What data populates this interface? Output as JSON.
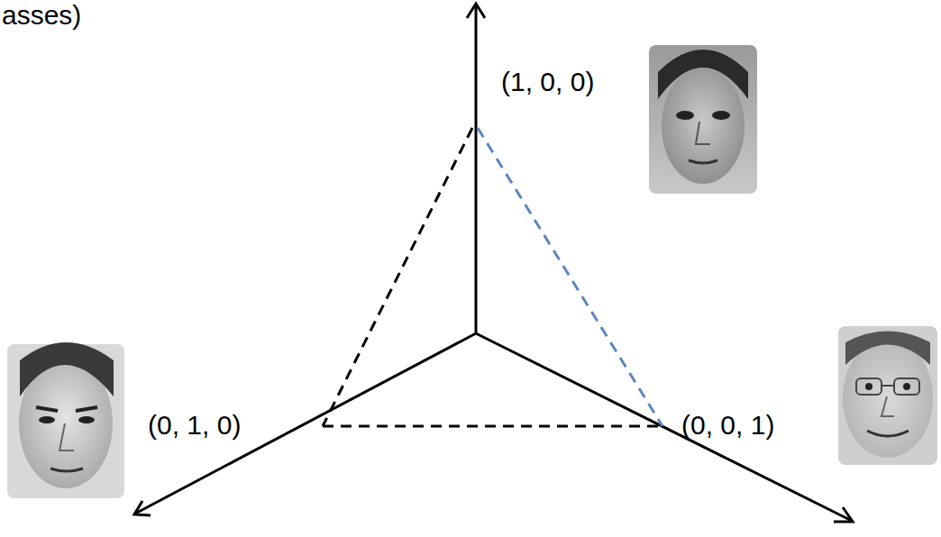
{
  "diagram": {
    "labels": [
      "asses)",
      "(1, 0, 0)",
      "(0, 1, 0)",
      "(0, 0, 1)"
    ]
  }
}
